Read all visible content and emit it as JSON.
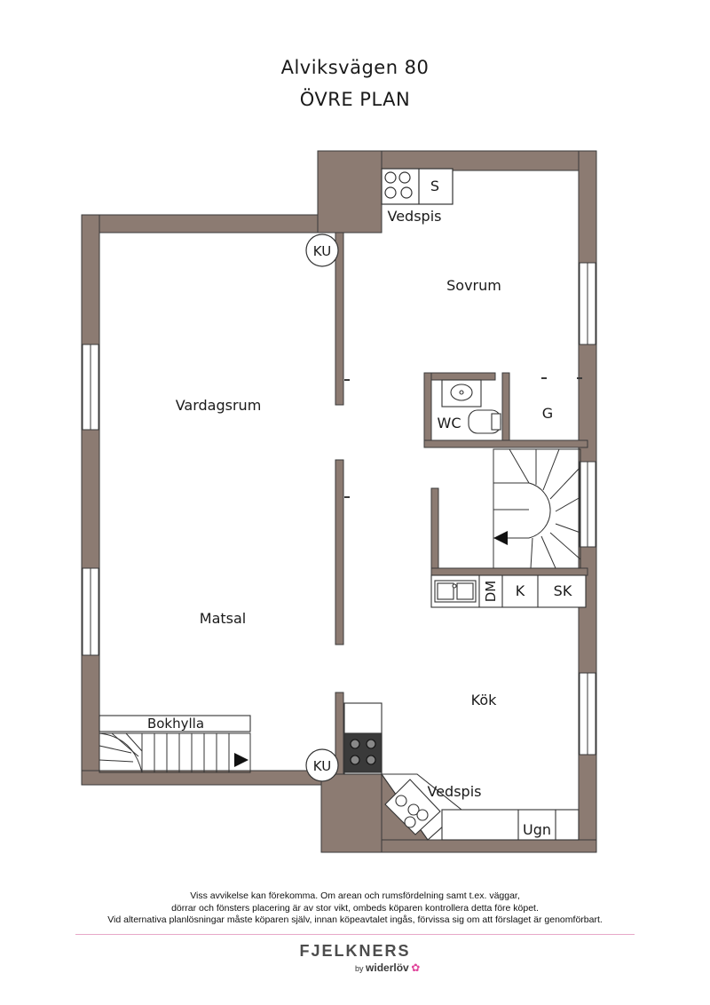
{
  "header": {
    "address": "Alviksvägen 80",
    "floor": "ÖVRE PLAN"
  },
  "rooms": {
    "vardagsrum": "Vardagsrum",
    "matsal": "Matsal",
    "sovrum": "Sovrum",
    "kok": "Kök",
    "wc": "WC",
    "g": "G",
    "bokhylla": "Bokhylla"
  },
  "fixtures": {
    "ku_top": "KU",
    "ku_bottom": "KU",
    "vedspis_top": "Vedspis",
    "vedspis_bottom": "Vedspis",
    "s": "S",
    "dm": "DM",
    "k": "K",
    "sk": "SK",
    "ugn": "Ugn"
  },
  "colors": {
    "wall": "#8c7b72",
    "line": "#333333",
    "accent": "#e7a8c8"
  },
  "footer": {
    "disclaimer_line1": "Viss avvikelse kan förekomma. Om arean och rumsfördelning samt t.ex. väggar,",
    "disclaimer_line2": "dörrar och fönsters placering är av stor vikt, ombeds köparen kontrollera detta före köpet.",
    "disclaimer_line3": "Vid alternativa planlösningar måste köparen själv, innan köpeavtalet ingås, förvissa sig om att förslaget är genomförbart.",
    "brand": "FJELKNERS",
    "by": "by",
    "partner": "widerlöv"
  }
}
